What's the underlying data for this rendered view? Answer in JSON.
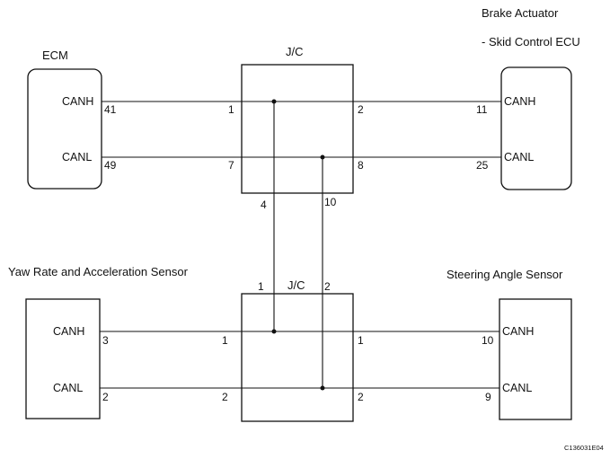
{
  "labels": {
    "ecm": "ECM",
    "brake_actuator": "Brake Actuator",
    "skid_control": "- Skid Control ECU",
    "jc_top": "J/C",
    "jc_bottom": "J/C",
    "yaw_sensor": "Yaw Rate and Acceleration Sensor",
    "steering_sensor": "Steering Angle Sensor",
    "figure_code": "C136031E04"
  },
  "signals": {
    "canh": "CANH",
    "canl": "CANL"
  },
  "pins": {
    "ecm_canh": "41",
    "ecm_canl": "49",
    "jc1_in_h": "1",
    "jc1_in_l": "7",
    "jc1_out_h": "2",
    "jc1_out_l": "8",
    "jc1_down_h": "4",
    "jc1_down_l": "10",
    "brake_canh": "11",
    "brake_canl": "25",
    "jc2_up_h": "1",
    "jc2_up_l": "2",
    "jc2_in_h": "1",
    "jc2_in_l": "2",
    "jc2_out_h": "1",
    "jc2_out_l": "2",
    "yaw_canh": "3",
    "yaw_canl": "2",
    "steer_canh": "10",
    "steer_canl": "9"
  }
}
